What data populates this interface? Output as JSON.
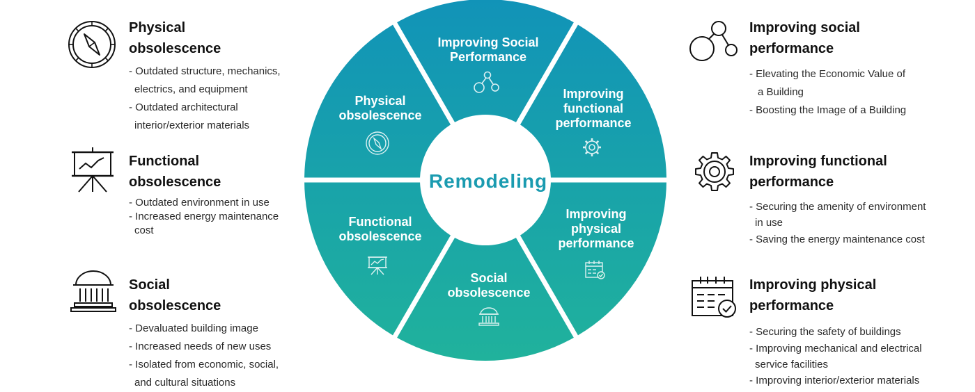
{
  "center": {
    "label": "Remodeling"
  },
  "wheel": {
    "segments": [
      {
        "id": "improving-social",
        "lines": [
          "Improving Social",
          "Performance"
        ],
        "icon": "social-network-icon"
      },
      {
        "id": "improving-functional",
        "lines": [
          "Improving",
          "functional",
          "performance"
        ],
        "icon": "gear-icon"
      },
      {
        "id": "improving-physical",
        "lines": [
          "Improving",
          "physical",
          "performance"
        ],
        "icon": "calendar-check-icon"
      },
      {
        "id": "social-obsolescence",
        "lines": [
          "Social",
          "obsolescence"
        ],
        "icon": "building-columns-icon"
      },
      {
        "id": "functional-obsolescence",
        "lines": [
          "Functional",
          "obsolescence"
        ],
        "icon": "presentation-board-icon"
      },
      {
        "id": "physical-obsolescence",
        "lines": [
          "Physical",
          "obsolescence"
        ],
        "icon": "compass-icon"
      }
    ],
    "colors": {
      "top": "#1193b8",
      "bottom": "#20b29c",
      "ring_gap": "#ffffff"
    }
  },
  "left": {
    "physical": {
      "title": [
        "Physical",
        "obsolescence"
      ],
      "icon": "compass-icon",
      "items": [
        [
          "- Outdated structure, mechanics,",
          "electrics, and equipment"
        ],
        [
          "- Outdated architectural",
          "interior/exterior materials"
        ]
      ]
    },
    "functional": {
      "title": [
        "Functional",
        "obsolescence"
      ],
      "icon": "presentation-board-icon",
      "items": [
        [
          "- Outdated environment in use"
        ],
        [
          "- Increased energy maintenance",
          "cost"
        ]
      ]
    },
    "social": {
      "title": [
        "Social",
        "obsolescence"
      ],
      "icon": "building-columns-icon",
      "items": [
        [
          "- Devaluated building image"
        ],
        [
          "- Increased needs of new uses"
        ],
        [
          "- Isolated from economic, social,",
          "and cultural situations"
        ]
      ]
    }
  },
  "right": {
    "social": {
      "title": [
        "Improving social",
        "performance"
      ],
      "icon": "social-network-icon",
      "items": [
        [
          "- Elevating the Economic Value of",
          "a Building"
        ],
        [
          "- Boosting the Image of a Building"
        ]
      ]
    },
    "functional": {
      "title": [
        "Improving functional",
        "performance"
      ],
      "icon": "gear-icon",
      "items": [
        [
          "- Securing the amenity of environment",
          "in use"
        ],
        [
          "- Saving the energy maintenance cost"
        ]
      ]
    },
    "physical": {
      "title": [
        "Improving physical",
        "performance"
      ],
      "icon": "calendar-check-icon",
      "items": [
        [
          "- Securing the safety of buildings"
        ],
        [
          "- Improving mechanical and electrical",
          "service facilities"
        ],
        [
          "- Improving interior/exterior materials"
        ]
      ]
    }
  }
}
